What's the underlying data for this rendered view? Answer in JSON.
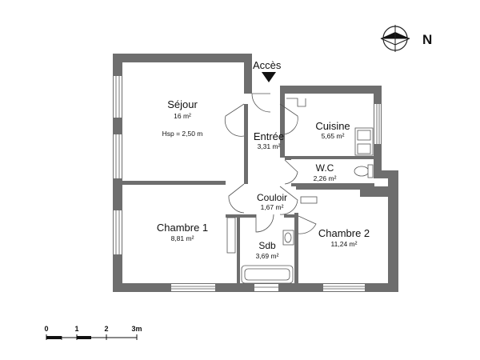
{
  "compass": {
    "label": "N"
  },
  "access": {
    "label": "Accès"
  },
  "rooms": [
    {
      "id": "sejour",
      "name": "Séjour",
      "area": "16 m²",
      "extra": "Hsp = 2,50 m"
    },
    {
      "id": "entree",
      "name": "Entrée",
      "area": "3,31 m²"
    },
    {
      "id": "cuisine",
      "name": "Cuisine",
      "area": "5,65 m²"
    },
    {
      "id": "wc",
      "name": "W.C",
      "area": "2,26 m²"
    },
    {
      "id": "couloir",
      "name": "Couloir",
      "area": "1,67 m²"
    },
    {
      "id": "chambre1",
      "name": "Chambre 1",
      "area": "8,81 m²"
    },
    {
      "id": "sdb",
      "name": "Sdb",
      "area": "3,69 m²"
    },
    {
      "id": "chambre2",
      "name": "Chambre 2",
      "area": "11,24 m²"
    }
  ],
  "scale": {
    "ticks": [
      "0",
      "1",
      "2",
      "3m"
    ]
  }
}
